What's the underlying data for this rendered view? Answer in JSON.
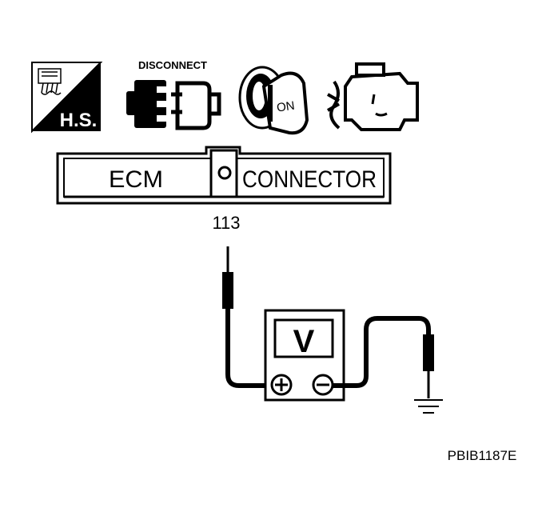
{
  "icons": {
    "hs_label": "H.S.",
    "disconnect_label": "DISCONNECT",
    "ignition_label": "ON"
  },
  "connector": {
    "left_label": "ECM",
    "pin_symbol": "O",
    "right_label": "CONNECTOR"
  },
  "terminal": "113",
  "meter": {
    "unit": "V",
    "plus": "+",
    "minus": "−"
  },
  "figure_code": "PBIB1187E"
}
